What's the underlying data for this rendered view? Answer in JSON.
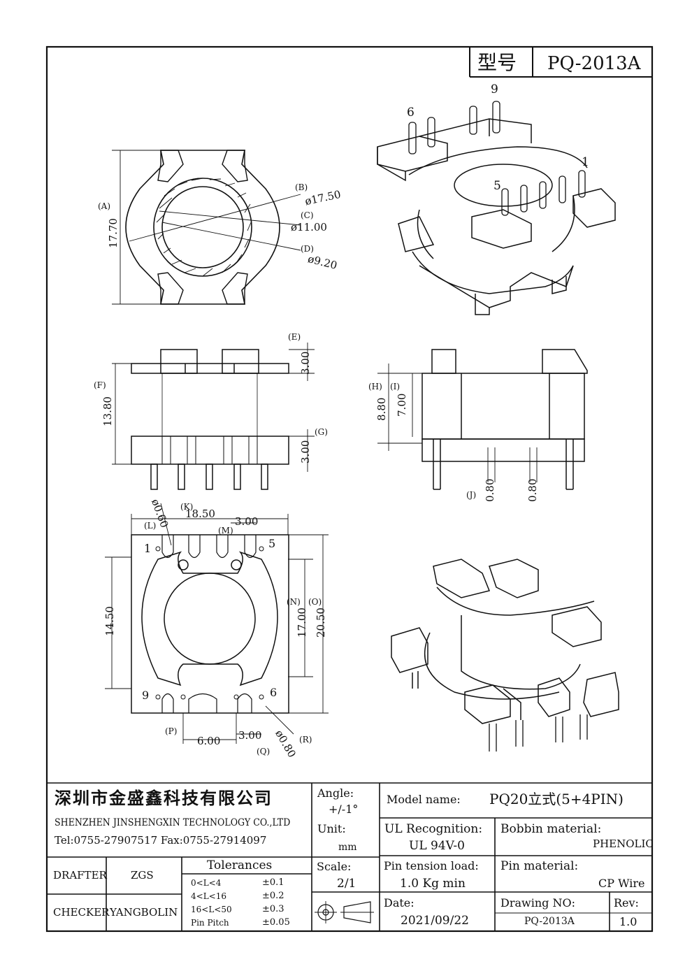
{
  "title_block": {
    "model_label": "型号",
    "model_value": "PQ-2013A"
  },
  "pin_numbers": {
    "iso_top": [
      "6",
      "9",
      "5",
      "1"
    ],
    "bottom_view": [
      "1",
      "5",
      "9",
      "6"
    ]
  },
  "dimensions": {
    "A": "(A)",
    "A_val": "17.70",
    "B": "(B)",
    "B_val": "ø17.50",
    "C": "(C)",
    "C_val": "ø11.00",
    "D": "(D)",
    "D_val": "ø9.20",
    "E": "(E)",
    "E_val": "3.00",
    "F": "(F)",
    "F_val": "13.80",
    "G": "(G)",
    "G_val": "3.00",
    "H": "(H)",
    "H_val": "8.80",
    "I": "(I)",
    "I_val": "7.00",
    "J": "(J)",
    "J_val1": "0.80",
    "J_val2": "0.80",
    "K": "(K)",
    "K_val": "ø0.60",
    "L": "(L)",
    "L_val": "18.50",
    "M": "(M)",
    "M_val": "3.00",
    "N": "(N)",
    "N_val": "17.00",
    "O": "(O)",
    "O_val": "20.50",
    "P": "(P)",
    "P_val": "6.00",
    "Q": "(Q)",
    "Q_val": "3.00",
    "R": "(R)",
    "R_val": "ø0.80",
    "left_14_50": "14.50"
  },
  "company": {
    "name_cn": "深圳市金盛鑫科技有限公司",
    "name_en": "SHENZHEN JINSHENGXIN TECHNOLOGY CO.,LTD",
    "contact": "Tel:0755-27907517   Fax:0755-27914097"
  },
  "fields": {
    "angle_label": "Angle:",
    "angle_value": "+/-1°",
    "model_name_label": "Model name:",
    "model_name_value": "PQ20立式(5+4PIN)",
    "unit_label": "Unit:",
    "unit_value": "mm",
    "ul_label": "UL Recognition:",
    "ul_value": "UL 94V-0",
    "bobbin_label": "Bobbin material:",
    "bobbin_value": "PHENOLIC",
    "scale_label": "Scale:",
    "scale_value": "2/1",
    "pin_tension_label": "Pin tension load:",
    "pin_tension_value": "1.0 Kg min",
    "pin_material_label": "Pin material:",
    "pin_material_value": "CP Wire",
    "date_label": "Date:",
    "date_value": "2021/09/22",
    "drawing_no_label": "Drawing NO:",
    "drawing_no_value": "PQ-2013A",
    "rev_label": "Rev:",
    "rev_value": "1.0",
    "drafter_label": "DRAFTER",
    "drafter_value": "ZGS",
    "checker_label": "CHECKER",
    "checker_value": "YANGBOLIN"
  },
  "tolerances": {
    "title": "Tolerances",
    "rows": [
      {
        "range": "0<L<4",
        "value": "±0.1"
      },
      {
        "range": "4<L<16",
        "value": "±0.2"
      },
      {
        "range": "16<L<50",
        "value": "±0.3"
      },
      {
        "range": "Pin Pitch",
        "value": "±0.05"
      }
    ]
  }
}
